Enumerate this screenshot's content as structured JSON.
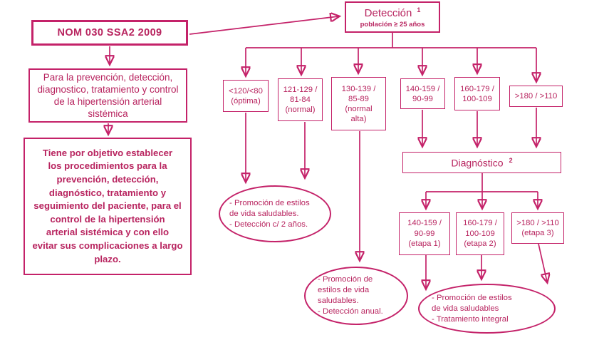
{
  "accent_color": "#c42269",
  "background_color": "#ffffff",
  "nom": {
    "title": "NOM 030 SSA2 2009"
  },
  "purpose": {
    "lines": [
      "Para la prevención, detección,",
      "diagnostico, tratamiento y control",
      "de la hipertensión arterial",
      "sistémica"
    ]
  },
  "objective": {
    "lines": [
      "Tiene por objetivo establecer",
      "los procedimientos para la",
      "prevención, detección,",
      "diagnóstico, tratamiento y",
      "seguimiento del paciente, para el",
      "control de la hipertensión",
      "arterial sistémica y con ello",
      "evitar sus complicaciones a largo",
      "plazo."
    ]
  },
  "detection": {
    "title": "Detección",
    "superscript": "1",
    "subtitle": "población ≥ 25 años",
    "categories": [
      {
        "lines": [
          "<120/<80",
          "(óptima)"
        ]
      },
      {
        "lines": [
          "121-129 /",
          "81-84",
          "(normal)"
        ]
      },
      {
        "lines": [
          "130-139 /",
          "85-89",
          "(normal",
          "alta)"
        ]
      },
      {
        "lines": [
          "140-159 /",
          "90-99"
        ]
      },
      {
        "lines": [
          "160-179 /",
          "100-109"
        ]
      },
      {
        "lines": [
          ">180 / >110"
        ]
      }
    ]
  },
  "diagnosis": {
    "title": "Diagnóstico",
    "superscript": "2",
    "stages": [
      {
        "lines": [
          "140-159 /",
          "90-99",
          "(etapa 1)"
        ]
      },
      {
        "lines": [
          "160-179 /",
          "100-109",
          "(etapa 2)"
        ]
      },
      {
        "lines": [
          ">180 / >110",
          "(etapa 3)"
        ]
      }
    ]
  },
  "outcomes": {
    "biennial": {
      "lines": [
        "- Promoción de estilos",
        "de vida saludables.",
        "- Detección c/ 2 años."
      ]
    },
    "annual": {
      "lines": [
        "- Promoción de",
        "estilos de vida",
        "saludables.",
        "- Detección anual."
      ]
    },
    "treatment": {
      "lines": [
        "- Promoción de estilos",
        "de vida saludables",
        "- Tratamiento integral"
      ]
    }
  }
}
